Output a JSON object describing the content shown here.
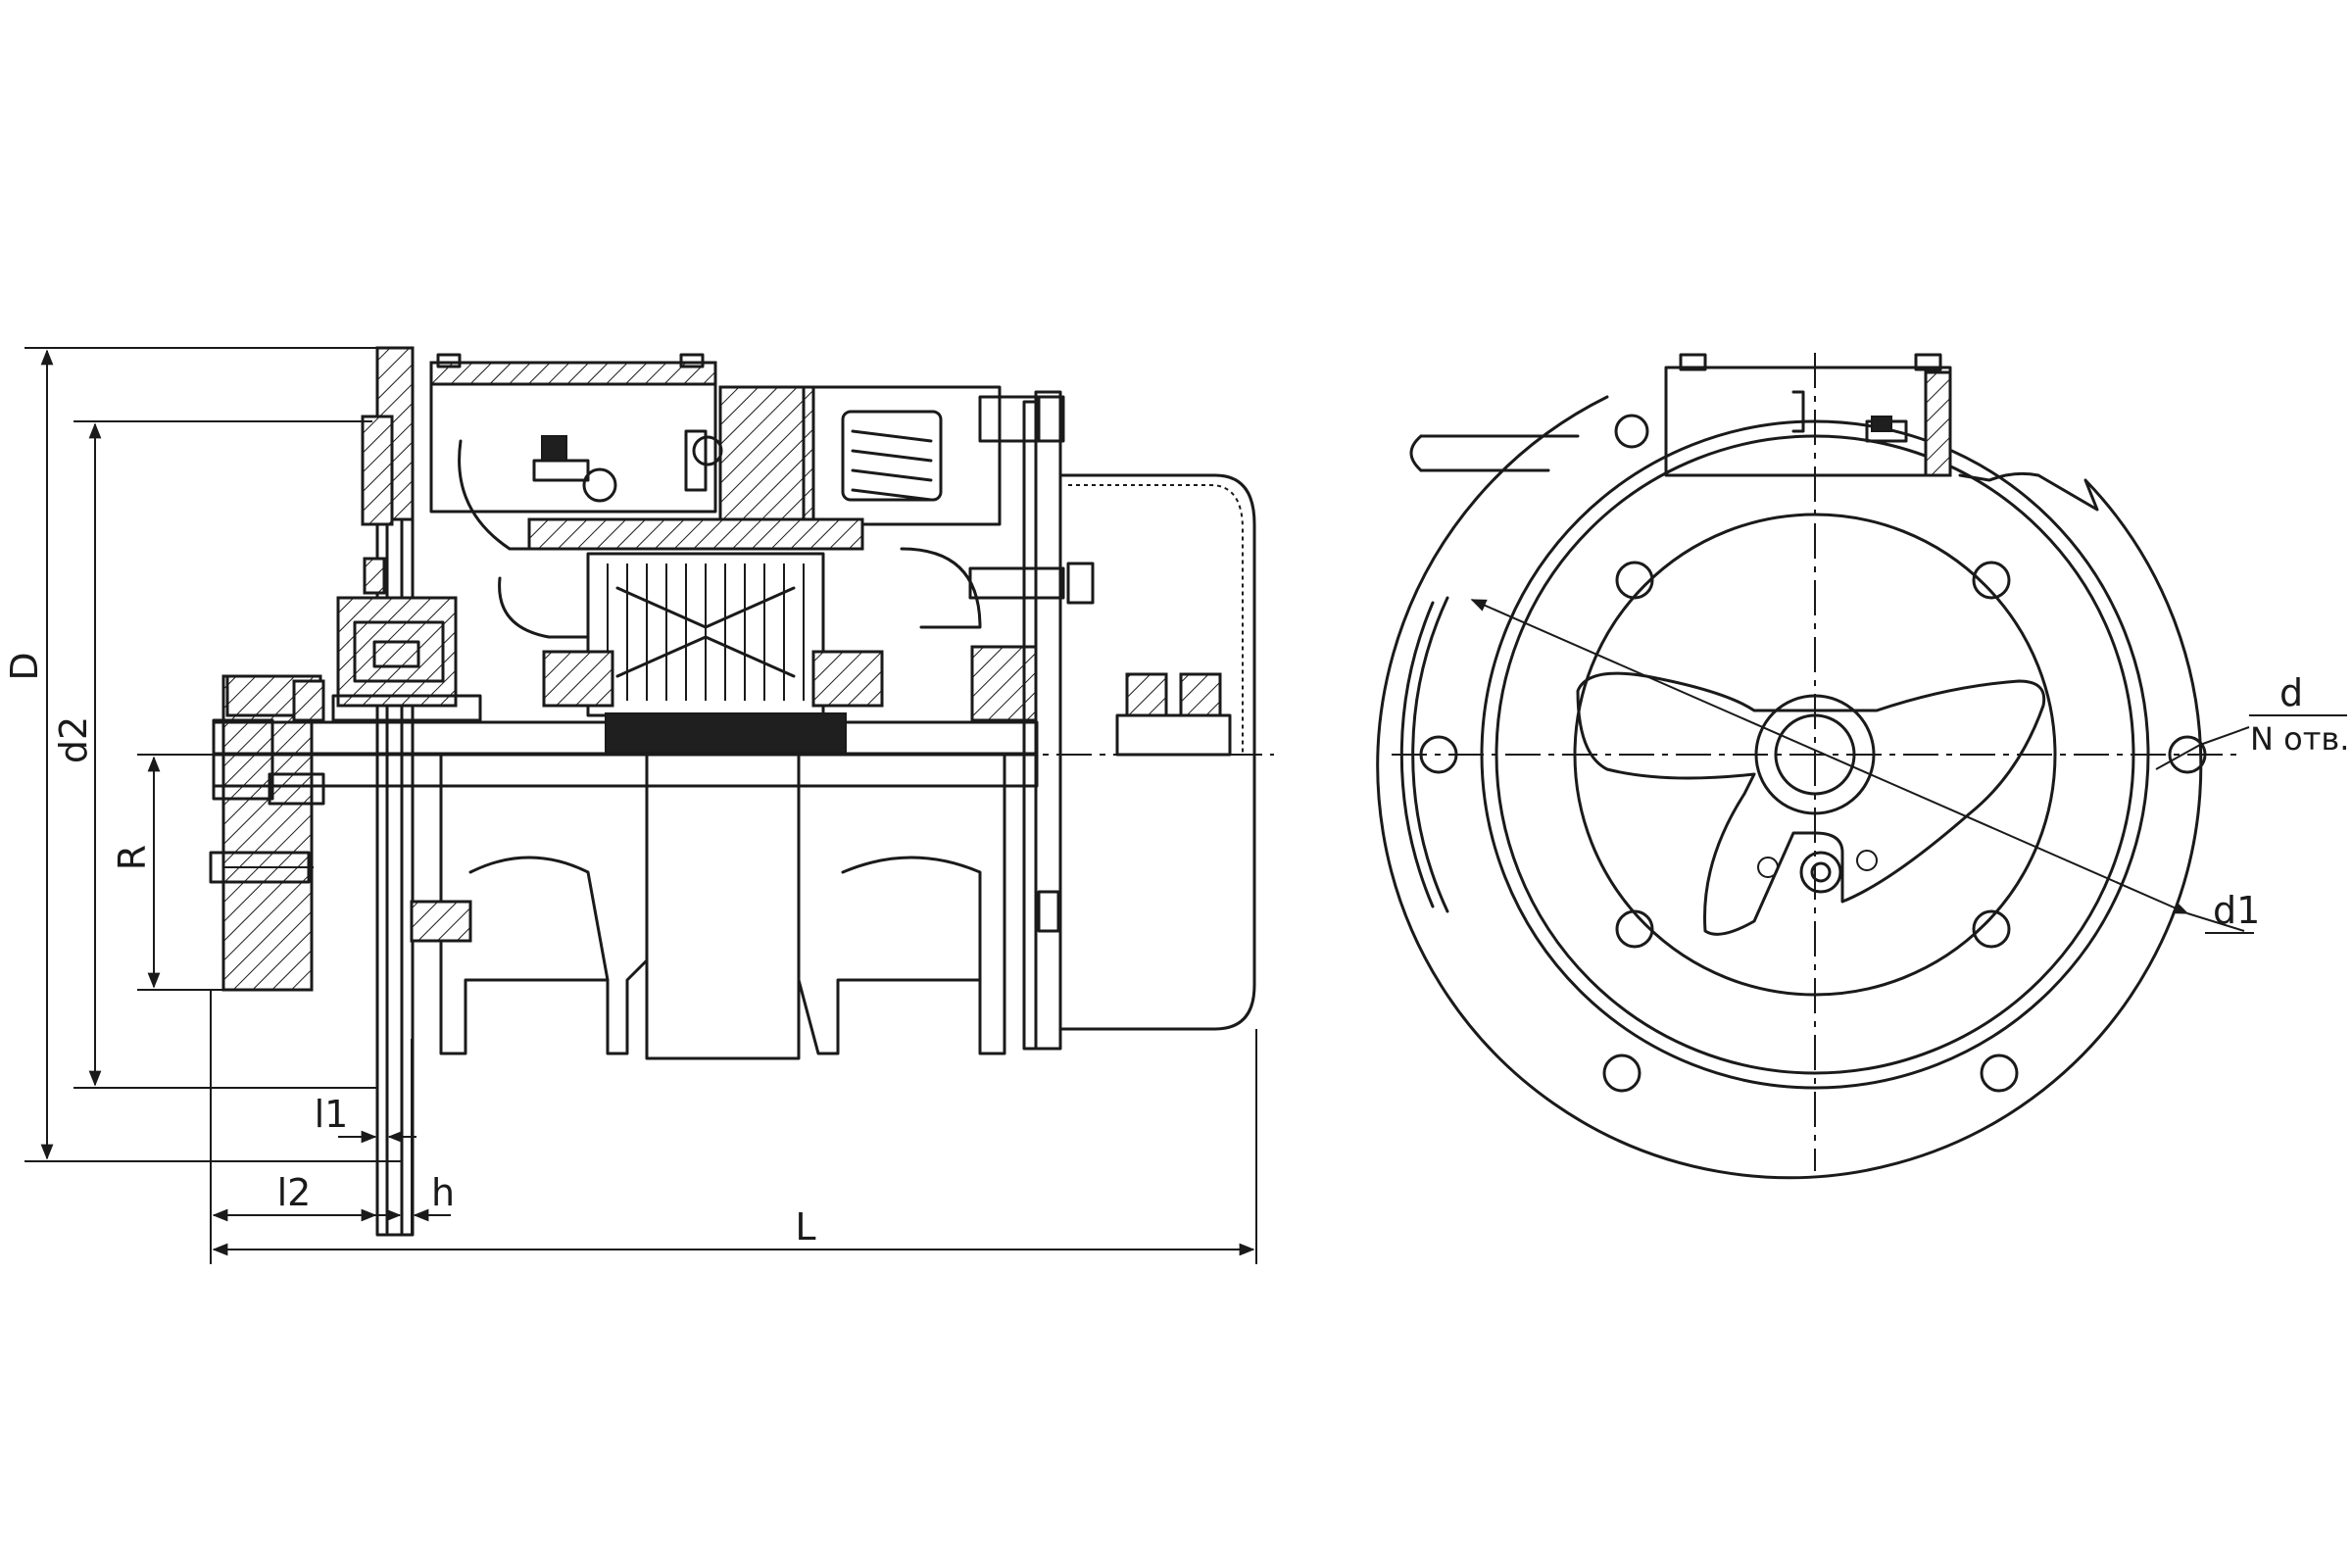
{
  "drawing": {
    "side_view": {
      "dimensions": {
        "D": "D",
        "d2": "d2",
        "R": "R",
        "l1": "l1",
        "l2": "l2",
        "h": "h",
        "L": "L"
      }
    },
    "front_view": {
      "dimensions": {
        "d": "d",
        "n_holes": "N отв.",
        "d1": "d1"
      }
    }
  },
  "colors": {
    "line": "#1a1a1a",
    "background": "#ffffff"
  }
}
